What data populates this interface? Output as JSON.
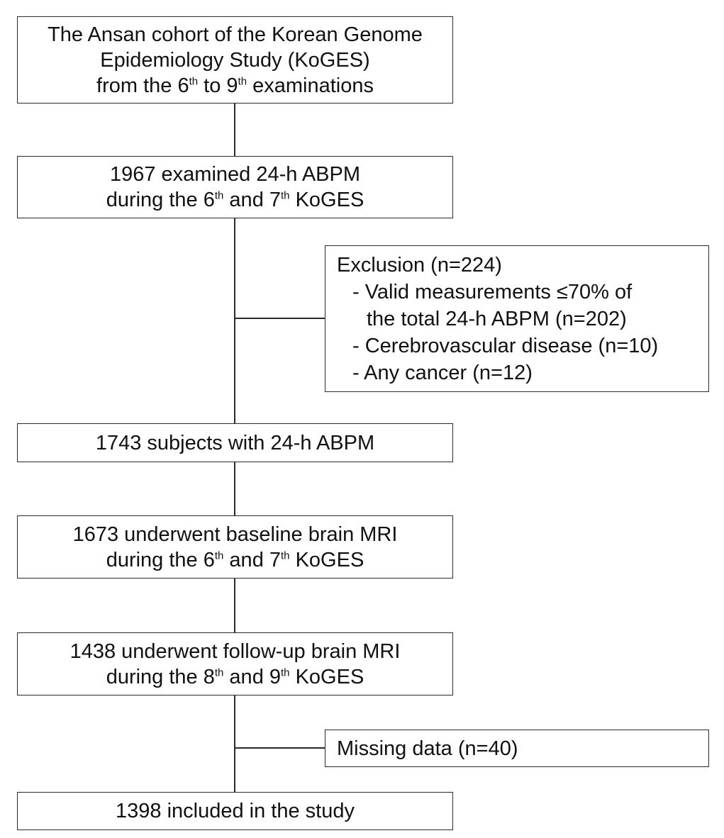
{
  "box1": {
    "line1": "The Ansan cohort of the Korean Genome",
    "line2": "Epidemiology Study (KoGES)",
    "line3_a": "from the 6",
    "line3_sup1": "th",
    "line3_b": " to 9",
    "line3_sup2": "th",
    "line3_c": " examinations"
  },
  "box2": {
    "line1": "1967 examined 24-h ABPM",
    "line2_a": "during the 6",
    "line2_sup1": "th",
    "line2_b": " and 7",
    "line2_sup2": "th",
    "line2_c": " KoGES"
  },
  "exclusion": {
    "title": "Exclusion (n=224)",
    "item1_a": "- Valid measurements ≤70% of",
    "item1_b": "the total 24-h ABPM (n=202)",
    "item2": "- Cerebrovascular disease (n=10)",
    "item3": "- Any cancer (n=12)"
  },
  "box3": {
    "line1": "1743 subjects with 24-h ABPM"
  },
  "box4": {
    "line1": "1673 underwent baseline brain MRI",
    "line2_a": "during the 6",
    "line2_sup1": "th",
    "line2_b": " and 7",
    "line2_sup2": "th",
    "line2_c": " KoGES"
  },
  "box5": {
    "line1": "1438 underwent follow-up brain MRI",
    "line2_a": "during the 8",
    "line2_sup1": "th",
    "line2_b": " and 9",
    "line2_sup2": "th",
    "line2_c": " KoGES"
  },
  "missing": {
    "label": "Missing data (n=40)"
  },
  "box6": {
    "line1": "1398 included in the study"
  }
}
